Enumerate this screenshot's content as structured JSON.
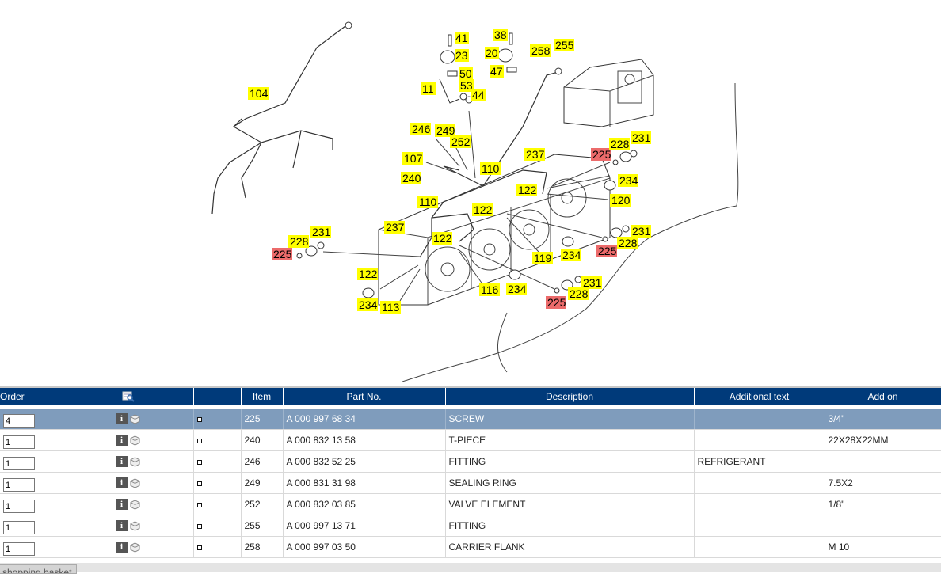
{
  "diagram": {
    "callouts_yellow": [
      "104",
      "41",
      "38",
      "23",
      "20",
      "50",
      "47",
      "258",
      "255",
      "11",
      "53",
      "44",
      "246",
      "249",
      "252",
      "107",
      "110",
      "237",
      "240",
      "122",
      "234",
      "120",
      "231",
      "228",
      "119",
      "116",
      "113"
    ],
    "callouts_red": [
      "225"
    ],
    "labels": {
      "c104": "104",
      "c41": "41",
      "c38": "38",
      "c23": "23",
      "c20": "20",
      "c258": "258",
      "c255": "255",
      "c50": "50",
      "c47": "47",
      "c11": "11",
      "c53": "53",
      "c44": "44",
      "c246": "246",
      "c249": "249",
      "c252": "252",
      "c107": "107",
      "c110a": "110",
      "c110b": "110",
      "c237a": "237",
      "c237b": "237",
      "c240": "240",
      "c225a": "225",
      "c225b": "225",
      "c225c": "225",
      "c225d": "225",
      "c228a": "228",
      "c228b": "228",
      "c228c": "228",
      "c228d": "228",
      "c231a": "231",
      "c231b": "231",
      "c231c": "231",
      "c231d": "231",
      "c122a": "122",
      "c122b": "122",
      "c122c": "122",
      "c122d": "122",
      "c234a": "234",
      "c234b": "234",
      "c234c": "234",
      "c234d": "234",
      "c120": "120",
      "c119": "119",
      "c116": "116",
      "c113": "113"
    }
  },
  "table": {
    "headers": {
      "order": "Order",
      "icons": "",
      "check": "",
      "item": "Item",
      "part_no": "Part No.",
      "description": "Description",
      "additional_text": "Additional text",
      "add_on": "Add on"
    },
    "rows": [
      {
        "qty": "4",
        "item": "225",
        "part_no": "A 000 997 68 34",
        "description": "SCREW",
        "additional_text": "",
        "add_on": "3/4\""
      },
      {
        "qty": "1",
        "item": "240",
        "part_no": "A 000 832 13 58",
        "description": "T-PIECE",
        "additional_text": "",
        "add_on": "22X28X22MM"
      },
      {
        "qty": "1",
        "item": "246",
        "part_no": "A 000 832 52 25",
        "description": "FITTING",
        "additional_text": "REFRIGERANT",
        "add_on": ""
      },
      {
        "qty": "1",
        "item": "249",
        "part_no": "A 000 831 31 98",
        "description": "SEALING RING",
        "additional_text": "",
        "add_on": "7.5X2"
      },
      {
        "qty": "1",
        "item": "252",
        "part_no": "A 000 832 03 85",
        "description": "VALVE ELEMENT",
        "additional_text": "",
        "add_on": "1/8\""
      },
      {
        "qty": "1",
        "item": "255",
        "part_no": "A 000 997 13 71",
        "description": "FITTING",
        "additional_text": "",
        "add_on": ""
      },
      {
        "qty": "1",
        "item": "258",
        "part_no": "A 000 997 03 50",
        "description": "CARRIER FLANK",
        "additional_text": "",
        "add_on": "M 10"
      }
    ]
  },
  "footer": {
    "tab_label": "shopping basket"
  },
  "colors": {
    "header_bg": "#003a7a",
    "selected_row_bg": "#7f9cbc",
    "callout_yellow": "#ffff00",
    "callout_red": "#ec6b6b"
  },
  "icons": {
    "info": "info-icon",
    "cube": "cube-icon",
    "search": "search-table-icon"
  }
}
